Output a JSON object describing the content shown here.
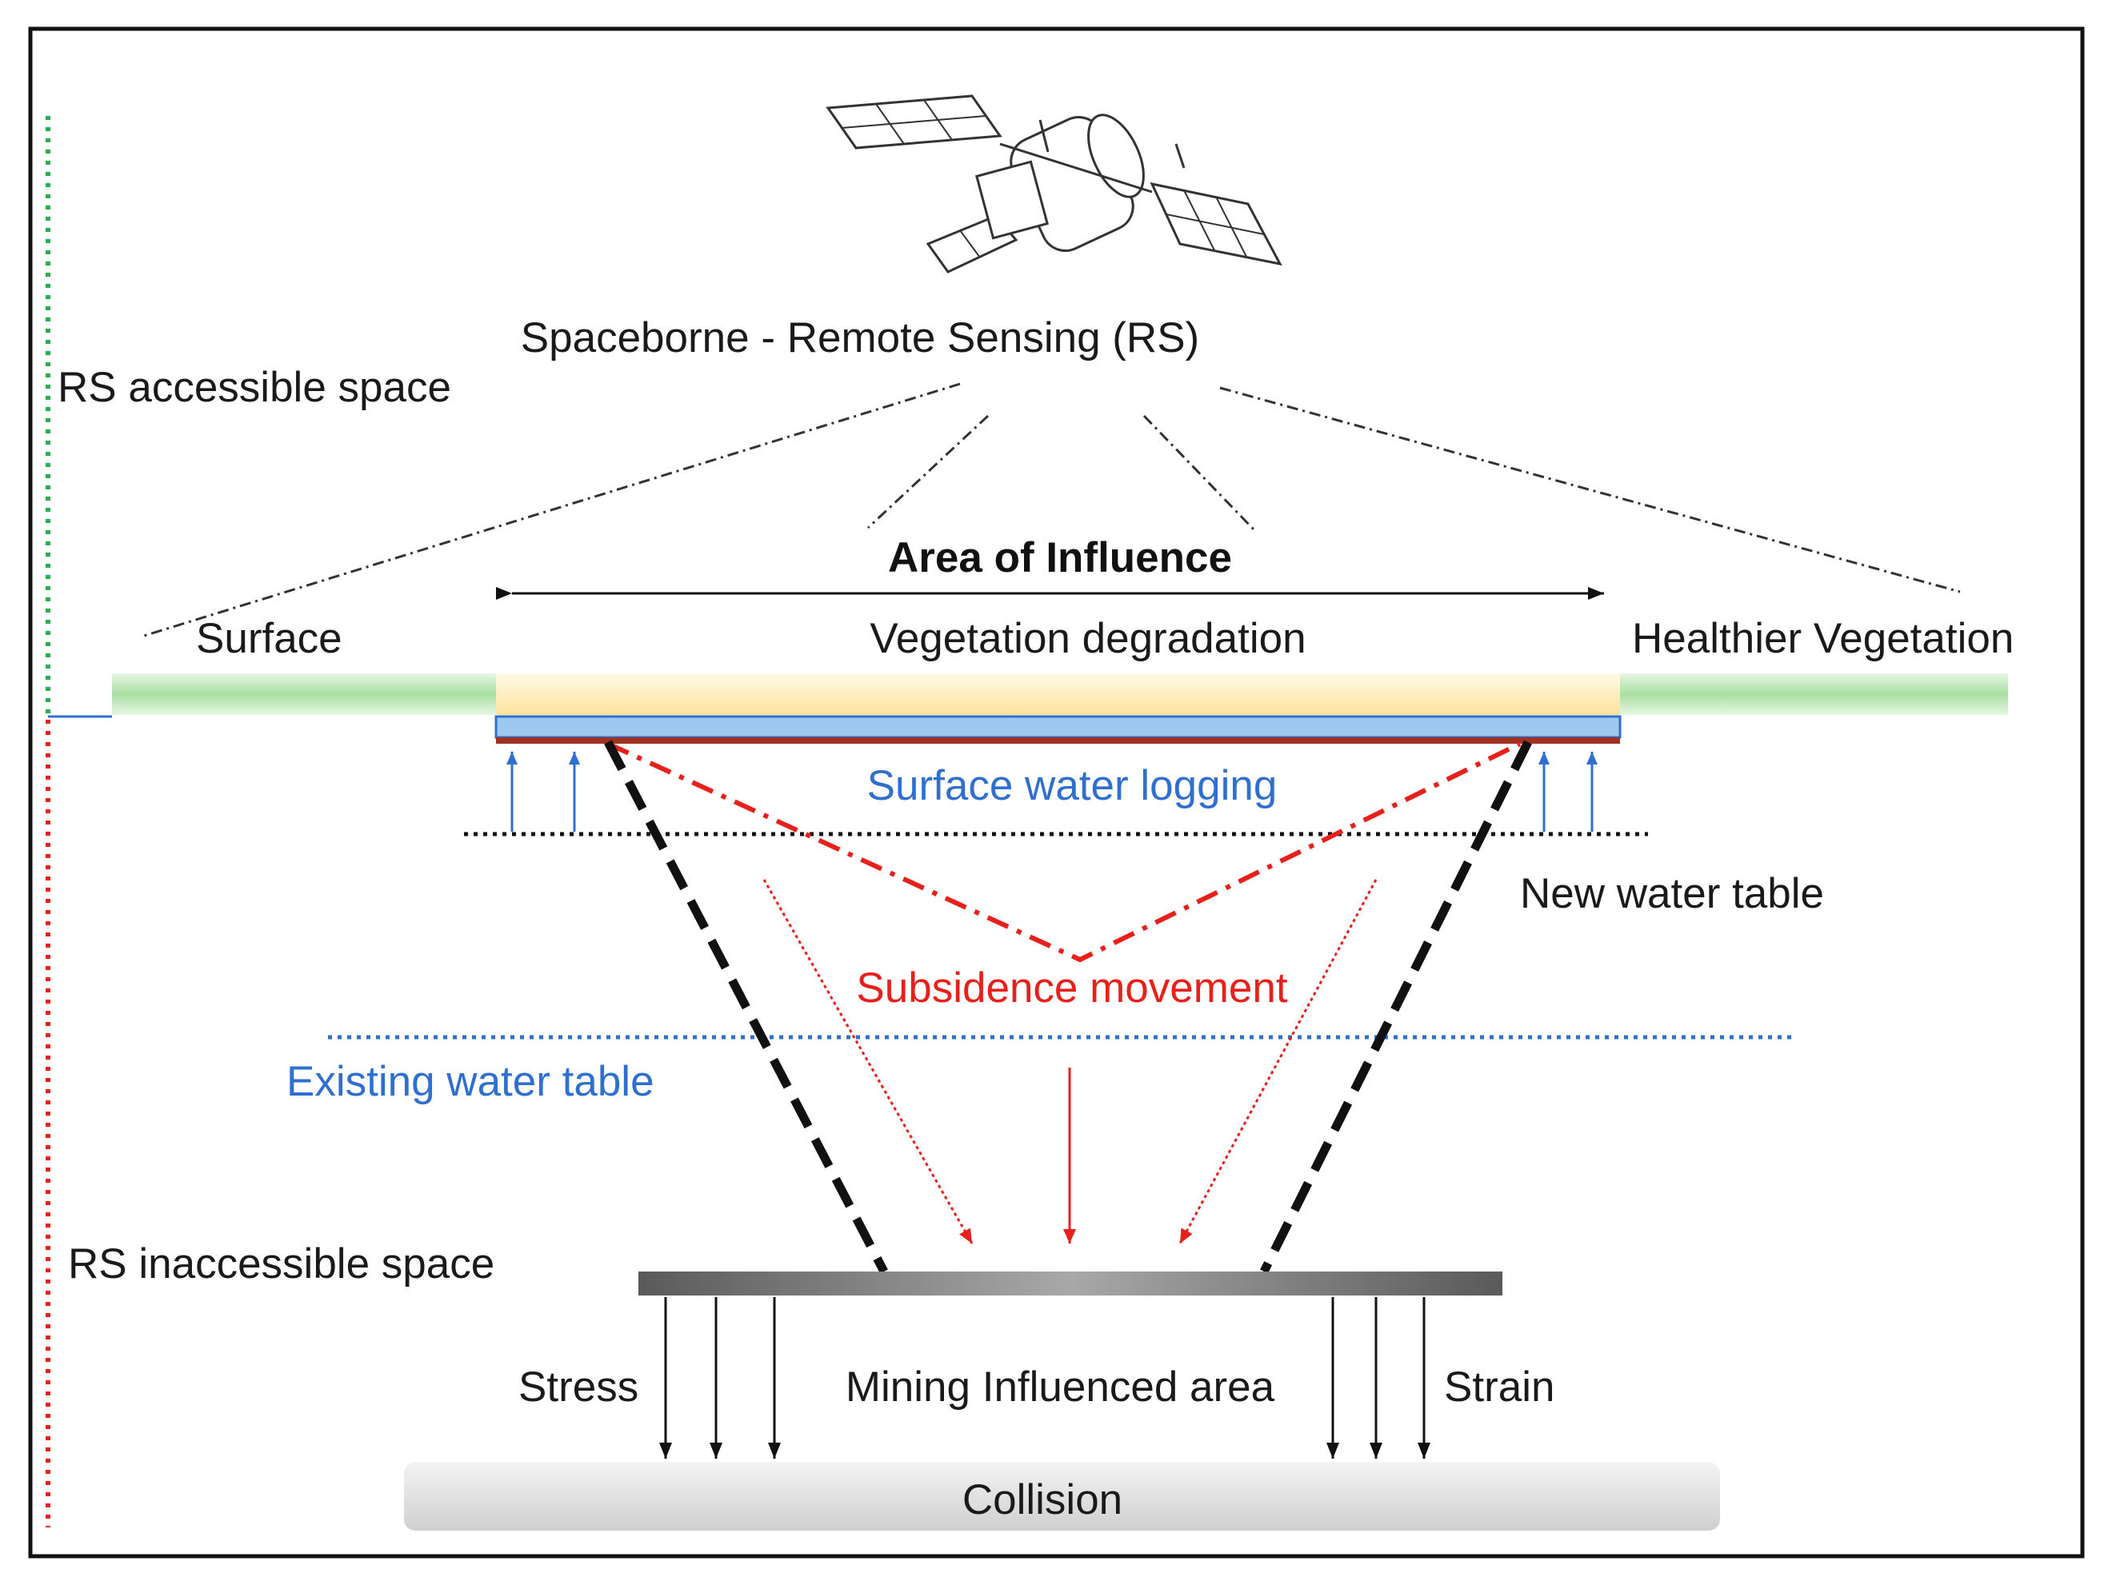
{
  "satellite": {
    "icon": "satellite-icon",
    "caption": "Spaceborne - Remote Sensing (RS)"
  },
  "zones": {
    "accessible": "RS accessible space",
    "inaccessible": "RS inaccessible space"
  },
  "surface": {
    "left_label": "Surface",
    "area_title": "Area of Influence",
    "center_label": "Vegetation degradation",
    "right_label": "Healthier Vegetation"
  },
  "water": {
    "logging": "Surface water logging",
    "new_table": "New water table",
    "existing_table": "Existing water table"
  },
  "subsurface": {
    "subsidence": "Subsidence movement",
    "stress": "Stress",
    "mining_area": "Mining Influenced area",
    "strain": "Strain",
    "collision": "Collision"
  },
  "colors": {
    "vegetation_green": "#b6e3b0",
    "degraded_yellow": "#fde9a8",
    "water_blue": "#9dc9f0",
    "soil_red": "#a03020",
    "accent_red": "#e8201c",
    "accent_blue": "#2f6fcf",
    "accessible_green": "#22b14c"
  }
}
